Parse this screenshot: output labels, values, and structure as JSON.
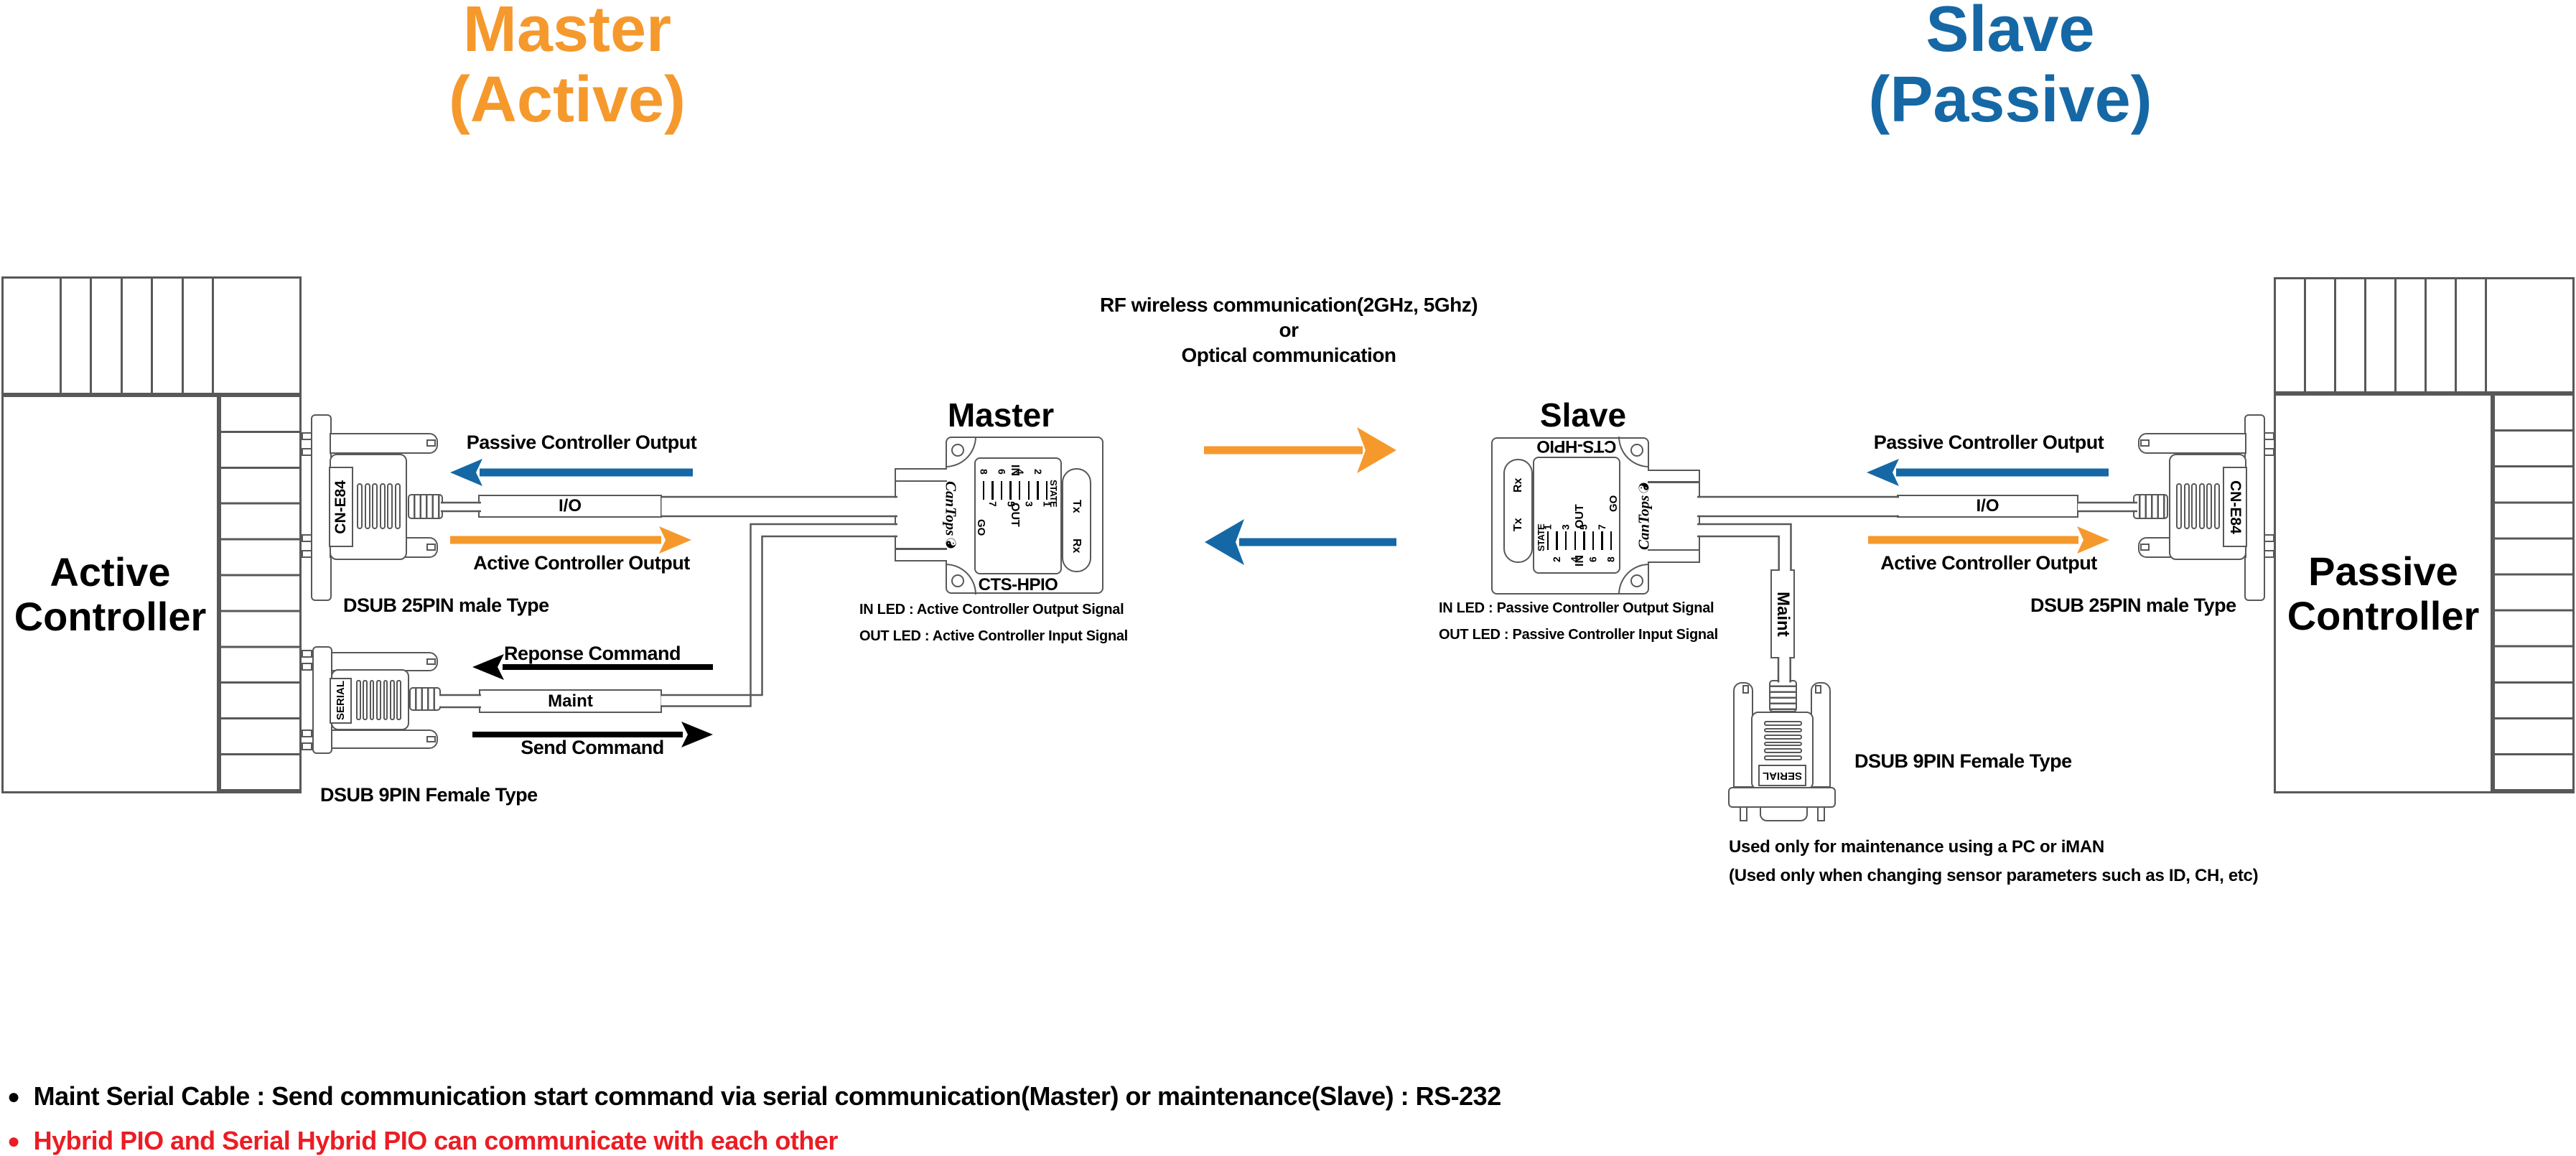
{
  "colors": {
    "orange": "#F5992D",
    "blue": "#1568A5",
    "red": "#EC1C24",
    "line": "#58585a",
    "black": "#000000"
  },
  "titles": {
    "master_line1": "Master",
    "master_line2": "(Active)",
    "slave_line1": "Slave",
    "slave_line2": "(Passive)"
  },
  "controllers": {
    "active_line1": "Active",
    "active_line2": "Controller",
    "passive_line1": "Passive",
    "passive_line2": "Controller"
  },
  "wireless_note": {
    "line1": "RF wireless communication(2GHz, 5Ghz)",
    "line2": "or",
    "line3": "Optical communication"
  },
  "devices": {
    "master": {
      "caption": "Master",
      "model": "CTS-HPIO",
      "brand": "CanTops",
      "tx": "Tx",
      "rx": "Rx",
      "panel": {
        "in": "IN",
        "out": "OUT",
        "state": "STATE",
        "go": "GO",
        "leds": [
          "8",
          "7",
          "6",
          "5",
          "4",
          "3",
          "2",
          "1"
        ]
      }
    },
    "slave": {
      "caption": "Slave",
      "model": "CTS-HPIO",
      "brand": "CanTops",
      "tx": "Tx",
      "rx": "Rx",
      "panel": {
        "in": "IN",
        "out": "OUT",
        "state": "STATE",
        "go": "GO",
        "leds": [
          "8",
          "7",
          "6",
          "5",
          "4",
          "3",
          "2",
          "1"
        ]
      }
    }
  },
  "connectors": {
    "dsub25_left_label": "CN-E84",
    "dsub25_right_label": "CN-E84",
    "dsub9_left_label": "SERIAL",
    "dsub9_bottom_label": "SERIAL",
    "dsub25_left_caption": "DSUB 25PIN male Type",
    "dsub25_right_caption": "DSUB 25PIN male Type",
    "dsub9_left_caption": "DSUB 9PIN Female Type",
    "dsub9_bottom_caption": "DSUB 9PIN Female Type"
  },
  "cables": {
    "io_left": "I/O",
    "io_right": "I/O",
    "maint_left": "Maint",
    "maint_right": "Maint"
  },
  "arrow_labels": {
    "left_passive": "Passive Controller Output",
    "left_active": "Active Controller Output",
    "right_passive": "Passive Controller Output",
    "right_active": "Active Controller Output",
    "response": "Reponse Command",
    "send": "Send Command"
  },
  "led_notes": {
    "master_line1": "IN LED : Active Controller Output Signal",
    "master_line2": "OUT LED : Active Controller Input Signal",
    "slave_line1": "IN LED : Passive Controller Output Signal",
    "slave_line2": "OUT LED : Passive Controller Input Signal"
  },
  "maintenance_note": {
    "line1": "Used only for maintenance using a PC or iMAN",
    "line2": "(Used only when changing sensor parameters such as ID, CH, etc)"
  },
  "footnotes": {
    "note1": "Maint Serial Cable : Send communication start command via serial communication(Master) or maintenance(Slave) : RS-232",
    "note2": "Hybrid PIO and Serial Hybrid PIO can communicate with each other"
  }
}
